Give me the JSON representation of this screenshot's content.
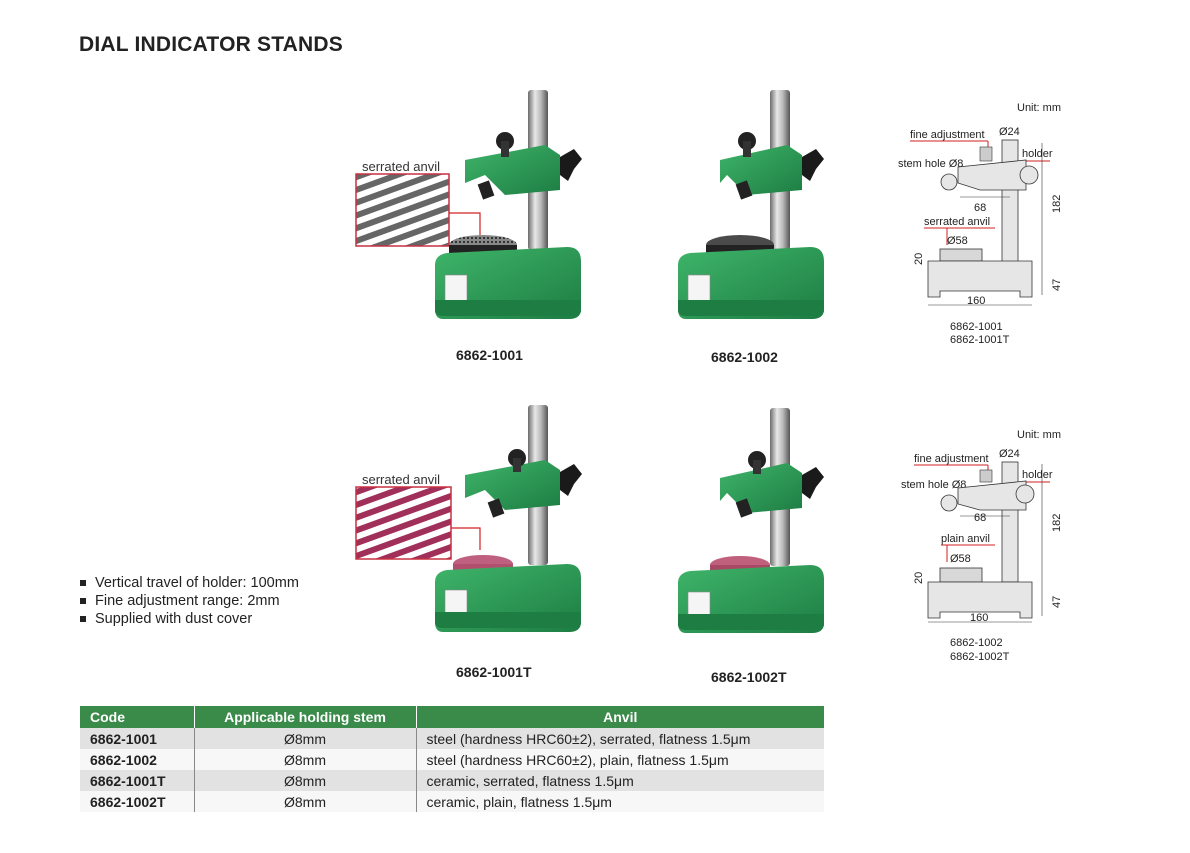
{
  "title": "DIAL INDICATOR STANDS",
  "products": [
    {
      "code": "6862-1001",
      "callout": "serrated anvil",
      "anvil_color": "#555555"
    },
    {
      "code": "6862-1002",
      "callout": "",
      "anvil_color": "#444444"
    },
    {
      "code": "6862-1001T",
      "callout": "serrated anvil",
      "anvil_color": "#b0506e"
    },
    {
      "code": "6862-1002T",
      "callout": "",
      "anvil_color": "#b0506e"
    }
  ],
  "colors": {
    "stand_green": "#2a9a55",
    "table_header": "#3a8a4a",
    "callout_red": "#d02020"
  },
  "features": [
    "Vertical travel of holder: 100mm",
    "Fine adjustment range: 2mm",
    "Supplied with dust cover"
  ],
  "diagrams": [
    {
      "unit": "Unit: mm",
      "fine_adjustment": "fine adjustment",
      "dia_top": "Ø24",
      "holder": "holder",
      "stem_hole": "stem hole Ø8",
      "dim_68": "68",
      "anvil_label": "serrated anvil",
      "anvil_dia": "Ø58",
      "dim_20": "20",
      "dim_182": "182",
      "dim_47": "47",
      "dim_160": "160",
      "model_a": "6862-1001",
      "model_b": "6862-1001T"
    },
    {
      "unit": "Unit: mm",
      "fine_adjustment": "fine adjustment",
      "dia_top": "Ø24",
      "holder": "holder",
      "stem_hole": "stem hole Ø8",
      "dim_68": "68",
      "anvil_label": "plain anvil",
      "anvil_dia": "Ø58",
      "dim_20": "20",
      "dim_182": "182",
      "dim_47": "47",
      "dim_160": "160",
      "model_a": "6862-1002",
      "model_b": "6862-1002T"
    }
  ],
  "table": {
    "headers": [
      "Code",
      "Applicable holding stem",
      "Anvil"
    ],
    "rows": [
      [
        "6862-1001",
        "Ø8mm",
        "steel (hardness HRC60±2), serrated, flatness 1.5μm"
      ],
      [
        "6862-1002",
        "Ø8mm",
        "steel (hardness HRC60±2), plain, flatness 1.5μm"
      ],
      [
        "6862-1001T",
        "Ø8mm",
        "ceramic, serrated, flatness 1.5μm"
      ],
      [
        "6862-1002T",
        "Ø8mm",
        "ceramic, plain, flatness 1.5μm"
      ]
    ]
  }
}
